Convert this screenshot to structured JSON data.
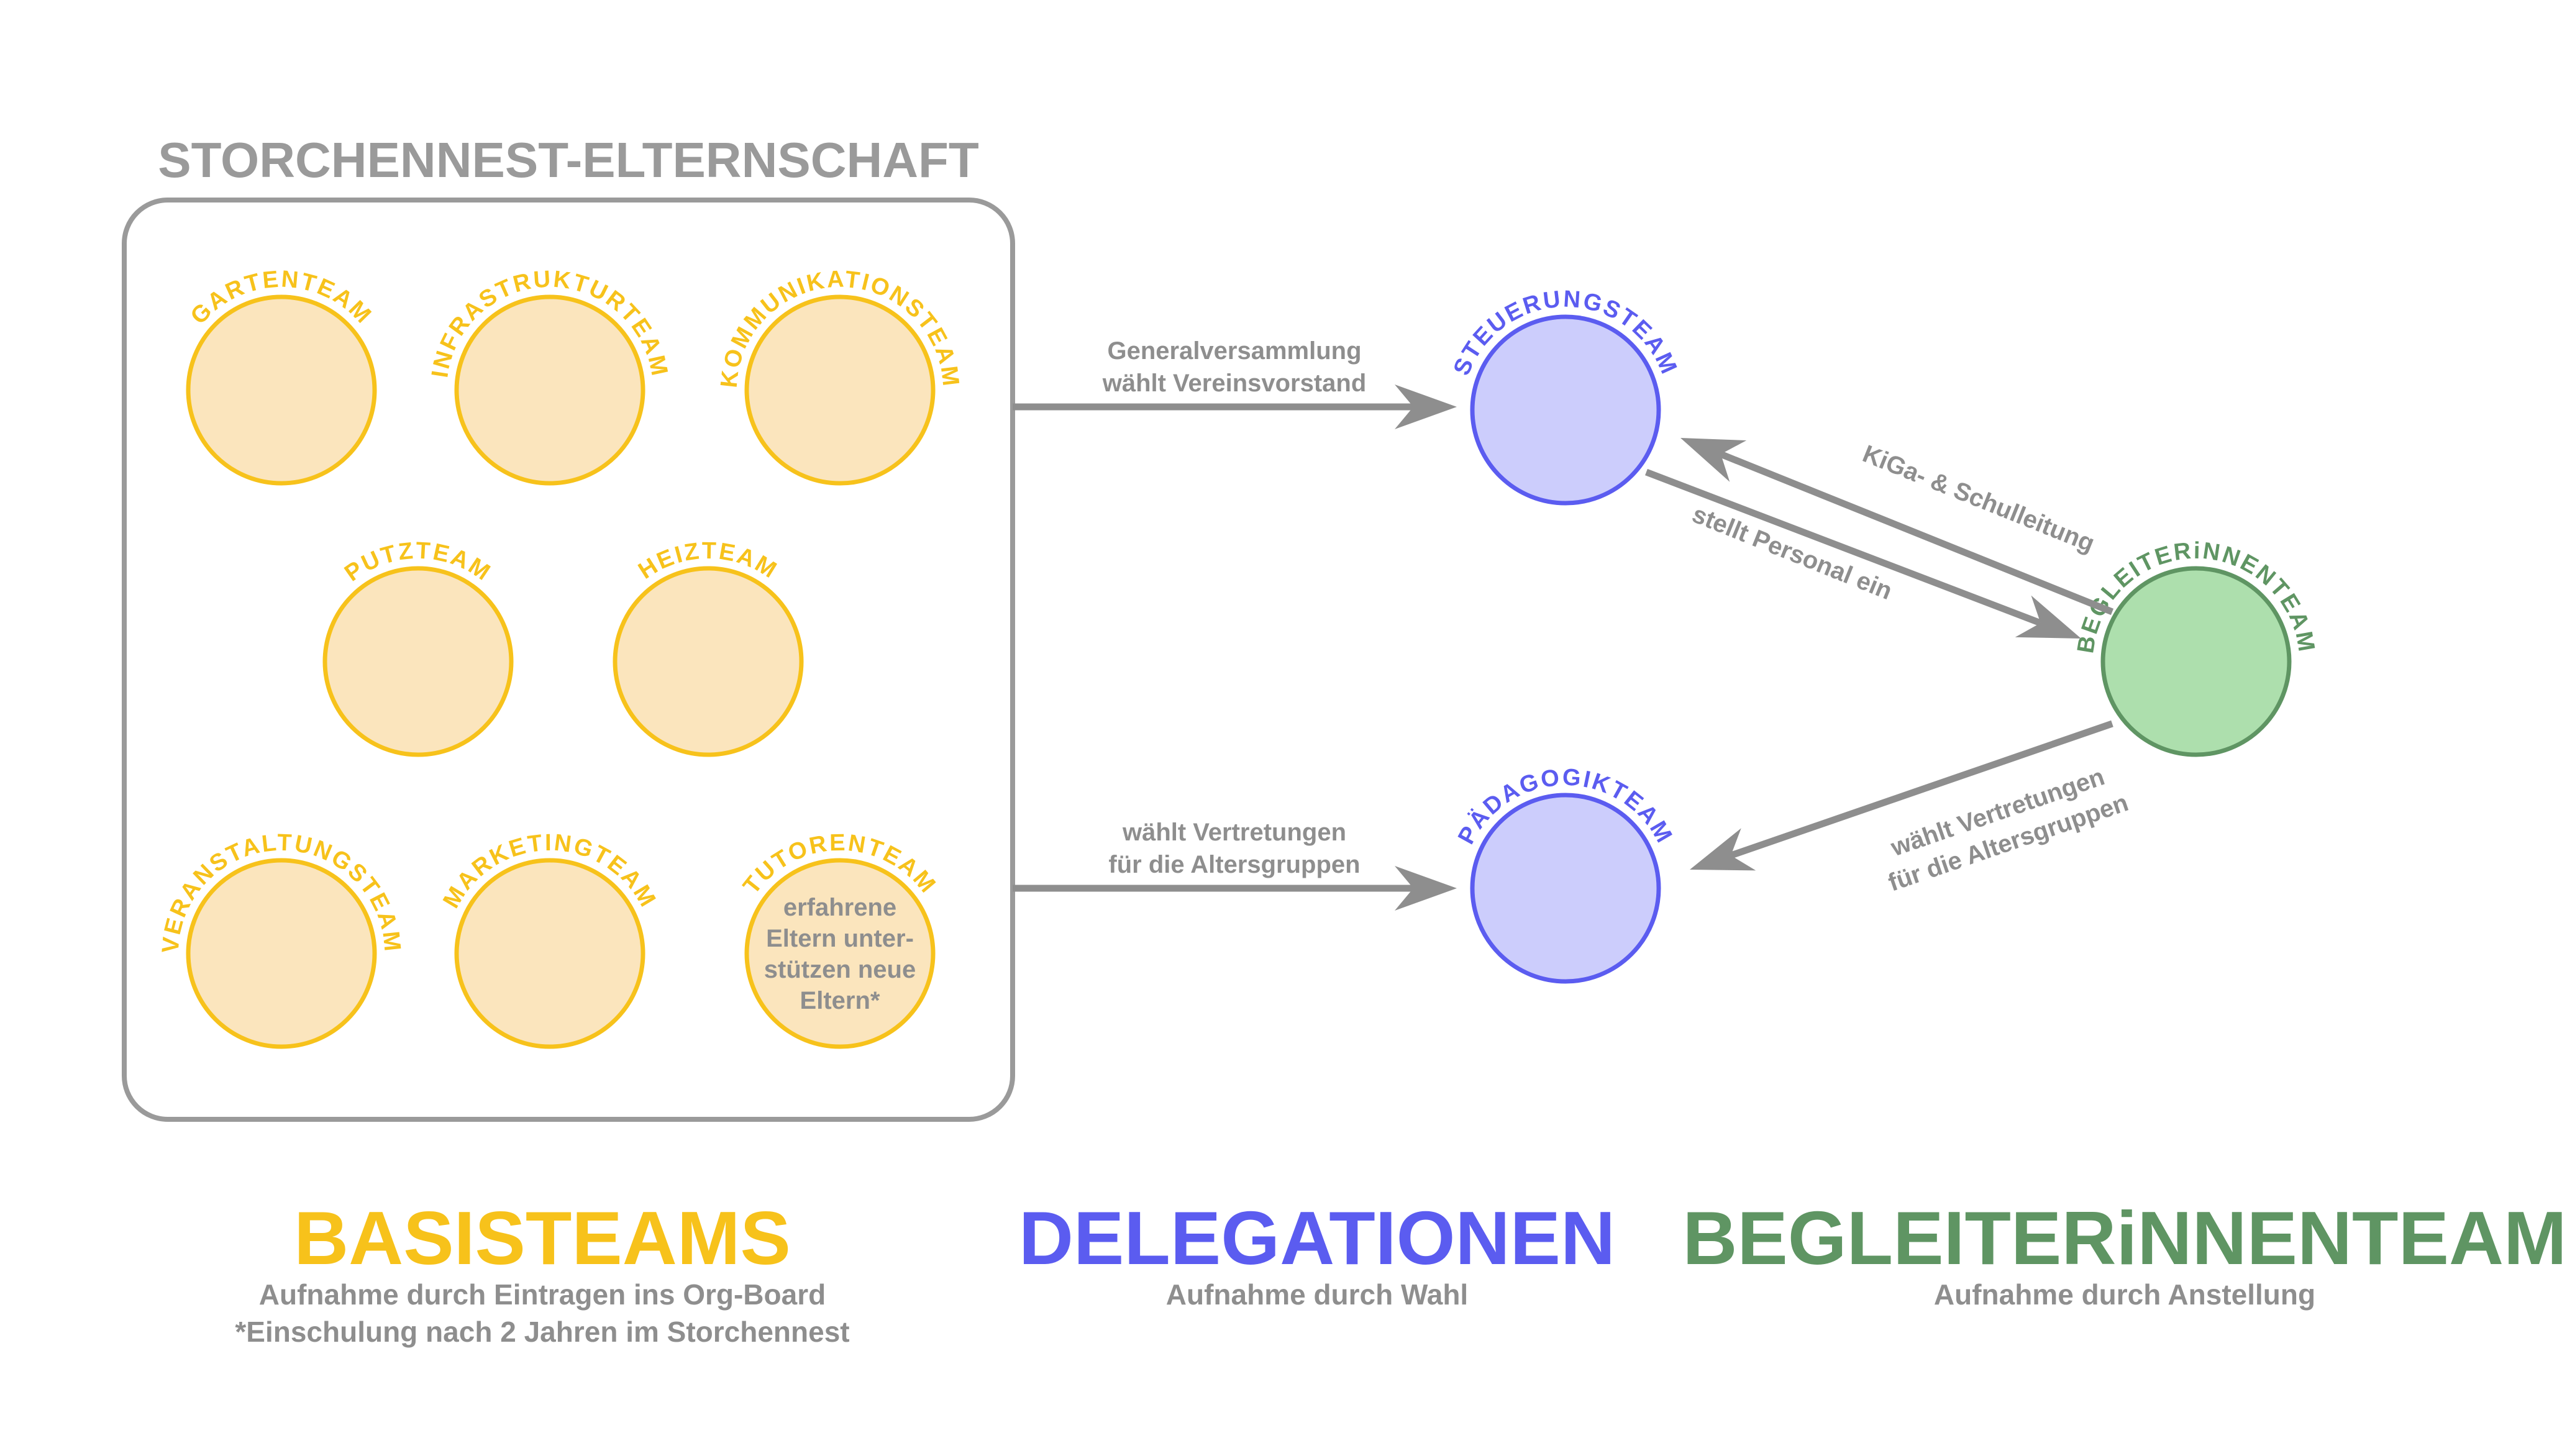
{
  "colors": {
    "yellow": "#f7c21b",
    "yellow_fill": "#fbe5bd",
    "blue": "#5b5cf0",
    "blue_fill": "#cccdfc",
    "green": "#5f9563",
    "green_fill": "#addfad",
    "grey": "#8e8e8e",
    "box_border": "#9a9a9a"
  },
  "group": {
    "title": "STORCHENNEST-ELTERNSCHAFT"
  },
  "basis_teams": [
    {
      "name": "GARTENTEAM",
      "body": []
    },
    {
      "name": "INFRASTRUKTURTEAM",
      "body": []
    },
    {
      "name": "KOMMUNIKATIONSTEAM",
      "body": []
    },
    {
      "name": "PUTZTEAM",
      "body": []
    },
    {
      "name": "HEIZTEAM",
      "body": []
    },
    {
      "name": "VERANSTALTUNGSTEAM",
      "body": []
    },
    {
      "name": "MARKETINGTEAM",
      "body": []
    },
    {
      "name": "TUTORENTEAM",
      "body": [
        "erfahrene",
        "Eltern unter-",
        "stützen neue",
        "Eltern*"
      ]
    }
  ],
  "delegations": [
    {
      "name": "STEUERUNGSTEAM"
    },
    {
      "name": "PÄDAGOGIKTEAM"
    }
  ],
  "staff_team": {
    "name": "BEGLEITERiNNENTEAM"
  },
  "arrows": [
    {
      "from": "STORCHENNEST-ELTERNSCHAFT",
      "to": "STEUERUNGSTEAM",
      "label": [
        "Generalversammlung",
        "wählt Vereinsvorstand"
      ]
    },
    {
      "from": "STORCHENNEST-ELTERNSCHAFT",
      "to": "PÄDAGOGIKTEAM",
      "label": [
        "wählt Vertretungen",
        "für die Altersgruppen"
      ]
    },
    {
      "from": "BEGLEITERiNNENTEAM",
      "to": "STEUERUNGSTEAM",
      "label": [
        "KiGa- & Schulleitung"
      ]
    },
    {
      "from": "STEUERUNGSTEAM",
      "to": "BEGLEITERiNNENTEAM",
      "label": [
        "stellt Personal ein"
      ]
    },
    {
      "from": "BEGLEITERiNNENTEAM",
      "to": "PÄDAGOGIKTEAM",
      "label": [
        "wählt Vertretungen",
        "für die Altersgruppen"
      ]
    }
  ],
  "legend": [
    {
      "title": "BASISTEAMS",
      "lines": [
        "Aufnahme durch Eintragen ins Org-Board",
        "*Einschulung nach 2 Jahren im Storchennest"
      ]
    },
    {
      "title": "DELEGATIONEN",
      "lines": [
        "Aufnahme durch Wahl"
      ]
    },
    {
      "title": "BEGLEITERiNNENTEAM",
      "lines": [
        "Aufnahme durch Anstellung"
      ]
    }
  ]
}
